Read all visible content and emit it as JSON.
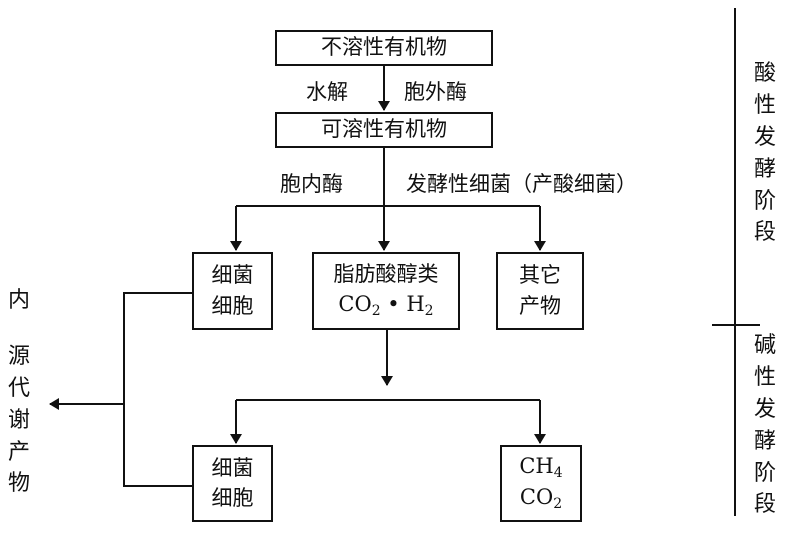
{
  "nodes": {
    "insoluble": "不溶性有机物",
    "soluble": "可溶性有机物",
    "bacteria_top": [
      "细菌",
      "细胞"
    ],
    "fatty_acids": "脂肪酸醇类",
    "co2_h2": {
      "co": "CO",
      "two": "2",
      "dot": " • H",
      "h2": "2"
    },
    "other": [
      "其它",
      "产物"
    ],
    "bacteria_bottom": [
      "细菌",
      "细胞"
    ],
    "ch4_co2": {
      "ch": "CH",
      "four": "4",
      "co": "CO",
      "two": "2"
    }
  },
  "labels": {
    "hydrolysis": "水解",
    "extracellular_enzyme": "胞外酶",
    "intracellular_enzyme": "胞内酶",
    "fermentative_bacteria": "发酵性细菌（产酸细菌）"
  },
  "side": {
    "endogenous": [
      "内",
      "源",
      "代",
      "谢",
      "产",
      "物"
    ],
    "acid_stage": [
      "酸",
      "性",
      "发",
      "酵",
      "阶",
      "段"
    ],
    "alkaline_stage": [
      "碱",
      "性",
      "发",
      "酵",
      "阶",
      "段"
    ]
  }
}
